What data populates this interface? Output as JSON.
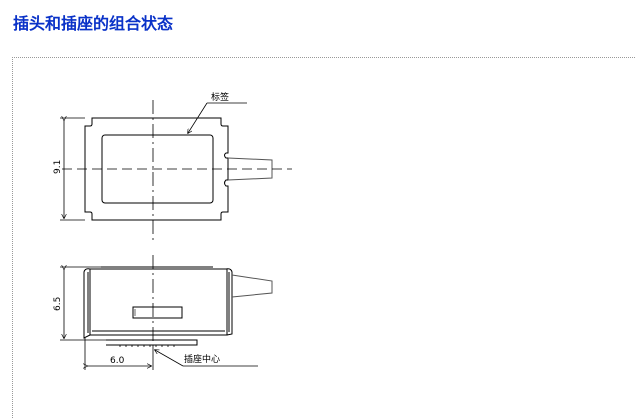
{
  "title": "插头和插座的组合状态",
  "drawing": {
    "label_callout": "标签",
    "dim_height_top": "9.1",
    "dim_height_side": "6.5",
    "dim_offset": "6.0",
    "center_callout": "插座中心"
  }
}
